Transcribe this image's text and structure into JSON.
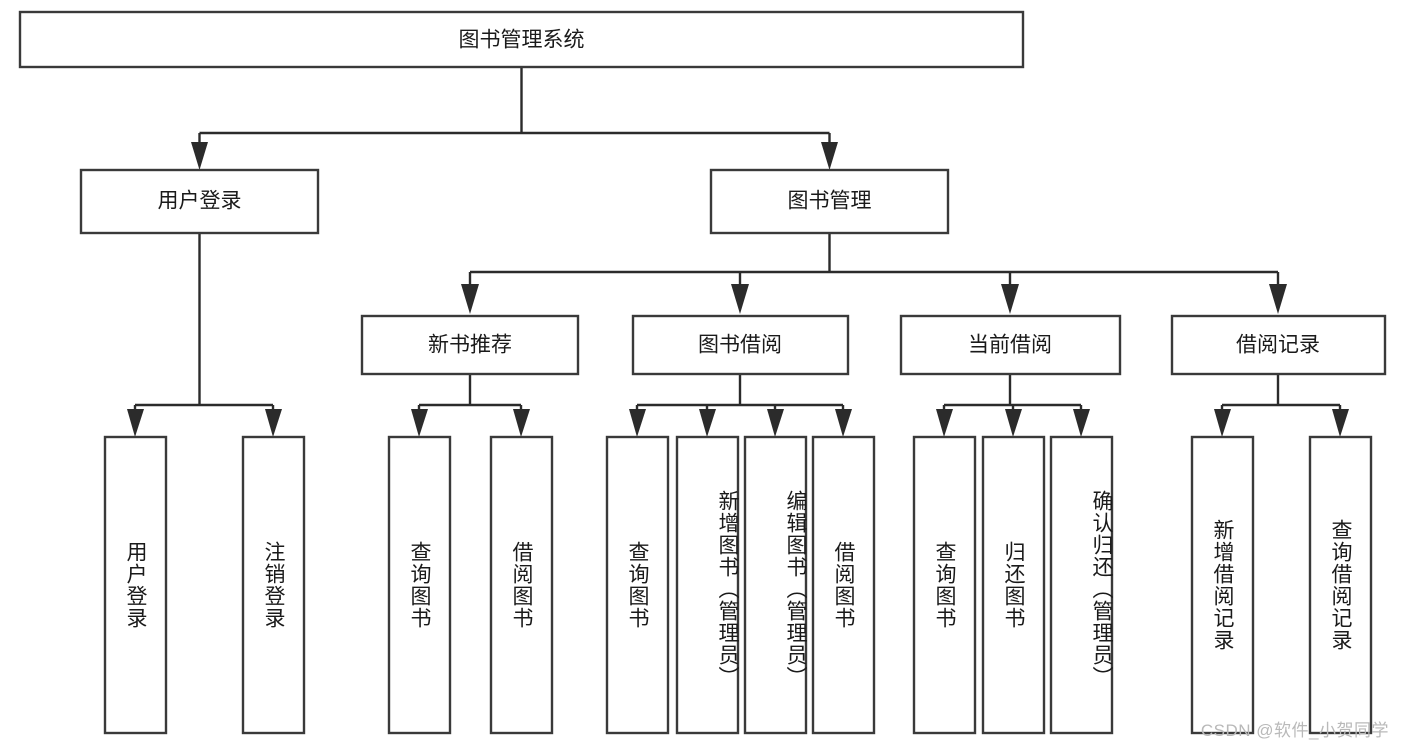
{
  "diagram": {
    "type": "tree-hierarchy-diagram",
    "title_node": {
      "label": "图书管理系统"
    },
    "level2": [
      {
        "id": "user-login",
        "label": "用户登录"
      },
      {
        "id": "book-management",
        "label": "图书管理"
      }
    ],
    "level3": [
      {
        "id": "new-book-recommend",
        "label": "新书推荐"
      },
      {
        "id": "book-borrow",
        "label": "图书借阅"
      },
      {
        "id": "current-borrow",
        "label": "当前借阅"
      },
      {
        "id": "borrow-record",
        "label": "借阅记录"
      }
    ],
    "leaves": {
      "user-login": [
        {
          "id": "leaf-user-login",
          "label": "用户登录"
        },
        {
          "id": "leaf-logout-login",
          "label": "注销登录"
        }
      ],
      "new-book-recommend": [
        {
          "id": "leaf-query-book-1",
          "label": "查询图书"
        },
        {
          "id": "leaf-borrow-book-1",
          "label": "借阅图书"
        }
      ],
      "book-borrow": [
        {
          "id": "leaf-query-book-2",
          "label": "查询图书"
        },
        {
          "id": "leaf-add-book-admin",
          "label": "新增图书（管理员）"
        },
        {
          "id": "leaf-edit-book-admin",
          "label": "编辑图书（管理员）"
        },
        {
          "id": "leaf-borrow-book-2",
          "label": "借阅图书"
        }
      ],
      "current-borrow": [
        {
          "id": "leaf-query-book-3",
          "label": "查询图书"
        },
        {
          "id": "leaf-return-book",
          "label": "归还图书"
        },
        {
          "id": "leaf-confirm-return-admin",
          "label": "确认归还（管理员）"
        }
      ],
      "borrow-record": [
        {
          "id": "leaf-add-borrow-record",
          "label": "新增借阅记录"
        },
        {
          "id": "leaf-query-borrow-record",
          "label": "查询借阅记录"
        }
      ]
    },
    "colors": {
      "box_stroke": "#3a3a3a",
      "connector": "#2b2b2b",
      "text": "#1a1a1a",
      "background": "#ffffff",
      "watermark": "#b9b9b9"
    }
  },
  "watermark": {
    "text": "CSDN @软件_小贺同学"
  }
}
